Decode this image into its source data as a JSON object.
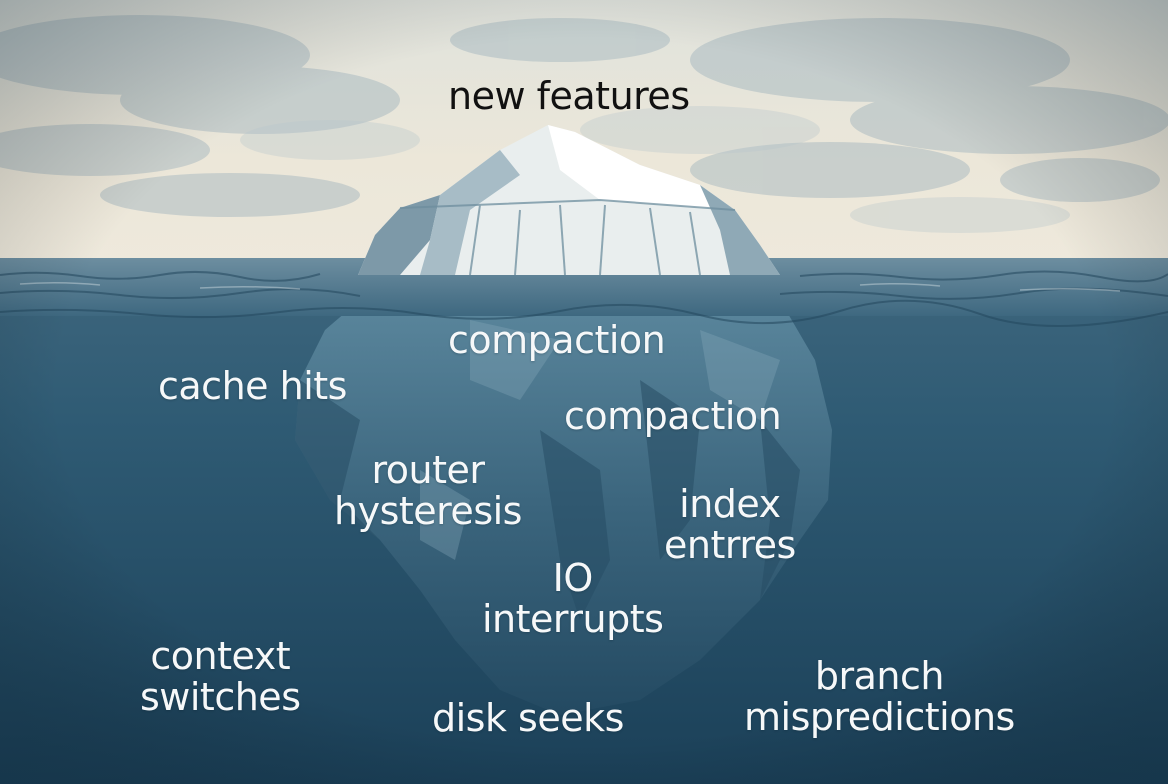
{
  "colors": {
    "sky": "#ece7d9",
    "cloud": "#9fb3bd",
    "sea_surface": "#4e7389",
    "deep_water": "#1d4660",
    "ice_light": "#f3f5f3",
    "ice_shadow": "#7d99a8",
    "ice_submerged": "#3f6a82",
    "label_dark": "#111111",
    "label_light": "#f6f8f9"
  },
  "labels": {
    "tip": "new features",
    "compaction_1": "compaction",
    "compaction_2": "compaction",
    "cache_hits": "cache hits",
    "router_hysteresis": [
      "router",
      "hysteresis"
    ],
    "index_entries": [
      "index",
      "entrres"
    ],
    "io_interrupts": [
      "IO",
      "interrupts"
    ],
    "context_switches": [
      "context",
      "switches"
    ],
    "disk_seeks": "disk seeks",
    "branch_mispredictions": [
      "branch",
      "mispredictions"
    ]
  }
}
